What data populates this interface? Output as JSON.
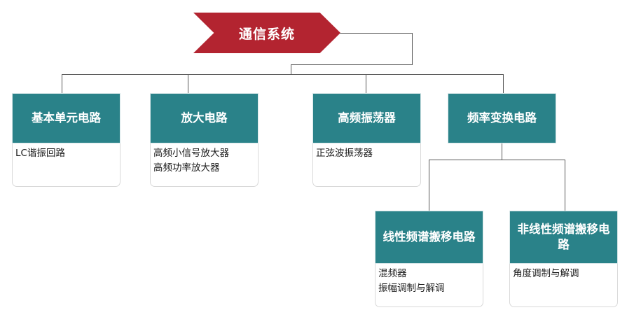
{
  "diagram": {
    "title_node": {
      "label": "通信系统",
      "shape": "chevron",
      "color": "#b32430",
      "text_color": "#ffffff"
    },
    "node_color": "#2a8289",
    "node_text_color": "#ffffff",
    "connector_color": "#595959",
    "body_border_color": "#d9d9d9",
    "level1": [
      {
        "label": "基本单元电路",
        "items": [
          "LC谐振回路"
        ]
      },
      {
        "label": "放大电路",
        "items": [
          "高频小信号放大器",
          "高频功率放大器"
        ]
      },
      {
        "label": "高频振荡器",
        "items": [
          "正弦波振荡器"
        ]
      },
      {
        "label": "频率变换电路",
        "items": []
      }
    ],
    "level2": [
      {
        "label": "线性频谱搬移电路",
        "items": [
          "混频器",
          "振幅调制与解调"
        ]
      },
      {
        "label": "非线性频谱搬移电路",
        "items": [
          "角度调制与解调"
        ]
      }
    ]
  }
}
